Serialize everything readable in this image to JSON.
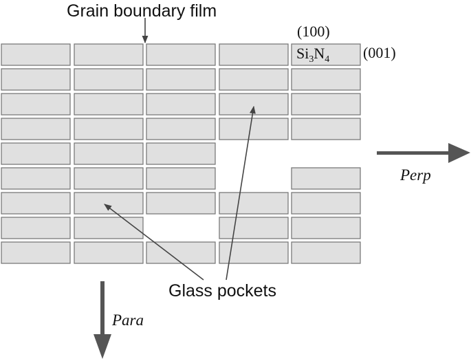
{
  "labels": {
    "grain_boundary_film": "Grain boundary film",
    "plane_100": "(100)",
    "plane_001": "(001)",
    "compound": {
      "base1": "Si",
      "sub1": "3",
      "base2": "N",
      "sub2": "4"
    },
    "glass_pockets": "Glass pockets",
    "perp": "Perp",
    "para": "Para"
  },
  "grid": {
    "rows": 9,
    "cols": 5,
    "missing_grains": [
      [
        3,
        4
      ],
      [
        4,
        4
      ],
      [
        3,
        5
      ],
      [
        2,
        7
      ]
    ]
  },
  "colors": {
    "grain_fill": "#e0e0e0",
    "grain_stroke": "#7a7a7a",
    "arrow": "#555555",
    "pointer": "#444444",
    "text": "#111111"
  }
}
